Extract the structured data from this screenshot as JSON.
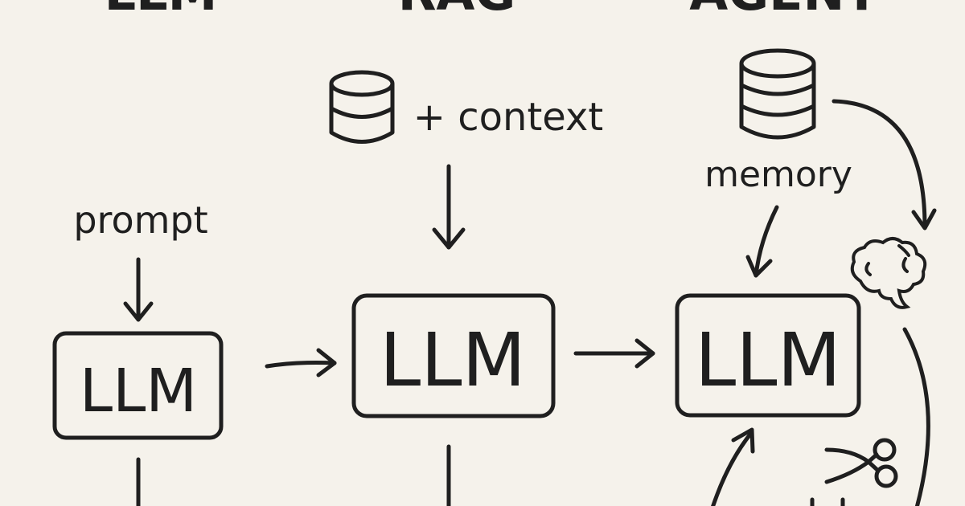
{
  "columns": [
    {
      "title": "LLM",
      "input_label": "prompt",
      "box_label": "LLM"
    },
    {
      "title": "RAG",
      "input_label": "+ context",
      "box_label": "LLM",
      "input_icon": "database-icon"
    },
    {
      "title": "AGENT",
      "input_label": "memory",
      "box_label": "LLM",
      "input_icon": "database-icon",
      "extra_icons": [
        "brain-icon",
        "scissors-icon"
      ]
    }
  ],
  "colors": {
    "background": "#f5f2eb",
    "ink": "#1f1f1f"
  }
}
